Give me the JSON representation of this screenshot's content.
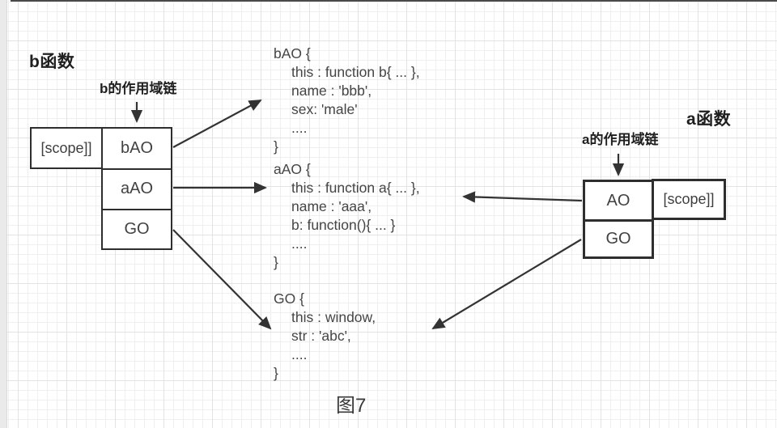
{
  "palette": {
    "line_color": "#333333",
    "box_border": "#2e2e2e",
    "heading_text": "#1f1f1f",
    "body_text": "#454545",
    "grid_minor": "#efefef",
    "grid_major": "#e3e3e3"
  },
  "caption": "图7",
  "b_function": {
    "title": "b函数",
    "chain_label": "b的作用域链",
    "scope_label": "[scope]]",
    "stack": [
      "bAO",
      "aAO",
      "GO"
    ]
  },
  "a_function": {
    "title": "a函数",
    "chain_label": "a的作用域链",
    "scope_label": "[scope]]",
    "stack": [
      "AO",
      "GO"
    ]
  },
  "objects": {
    "bAO": [
      "bAO {",
      "this : function b{ ... },",
      "name : 'bbb',",
      "sex: 'male'",
      "....",
      "}"
    ],
    "aAO": [
      "aAO {",
      "this : function a{ ... },",
      "name : 'aaa',",
      "b: function(){ ... }",
      "....",
      "}"
    ],
    "GO": [
      "GO {",
      "this : window,",
      "str : 'abc',",
      "....",
      "}"
    ]
  }
}
